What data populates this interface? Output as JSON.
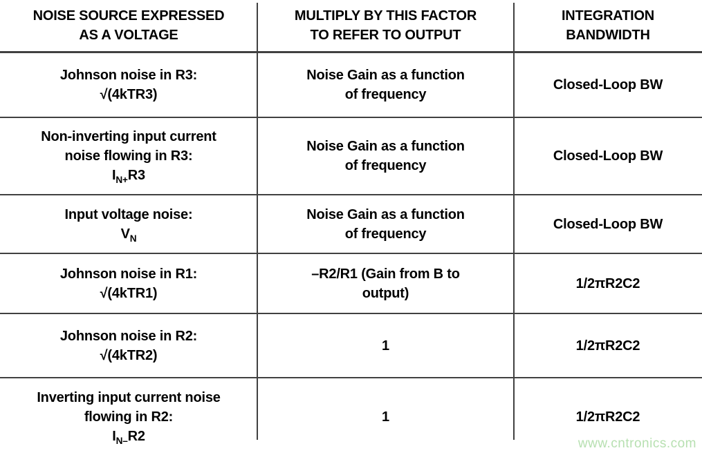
{
  "table": {
    "line_color": "#404040",
    "headers": [
      {
        "label": "NOISE SOURCE EXPRESSED\nAS A VOLTAGE"
      },
      {
        "label": "MULTIPLY BY THIS FACTOR\nTO REFER TO OUTPUT"
      },
      {
        "label": "INTEGRATION\nBANDWIDTH"
      }
    ],
    "rows": [
      {
        "source": "Johnson noise in R3:\n√(4kTR3)",
        "factor": "Noise Gain as a function\nof frequency",
        "bandwidth": "Closed-Loop BW"
      },
      {
        "source": "Non-inverting input current\nnoise flowing in R3:\nI_{N+}R3",
        "factor": "Noise Gain as a function\nof frequency",
        "bandwidth": "Closed-Loop BW"
      },
      {
        "source": "Input voltage noise:\nV_{N}",
        "factor": "Noise Gain as a function\nof frequency",
        "bandwidth": "Closed-Loop BW"
      },
      {
        "source": "Johnson noise in R1:\n√(4kTR1)",
        "factor": "–R2/R1 (Gain from B to\noutput)",
        "bandwidth": "1/2πR2C2"
      },
      {
        "source": "Johnson noise in R2:\n√(4kTR2)",
        "factor": "1",
        "bandwidth": "1/2πR2C2"
      },
      {
        "source": "Inverting input current noise\nflowing in R2:\nI_{N–}R2",
        "factor": "1",
        "bandwidth": "1/2πR2C2"
      }
    ]
  },
  "watermark": {
    "text": "www.cntronics.com",
    "color": "#b7e0b1"
  }
}
